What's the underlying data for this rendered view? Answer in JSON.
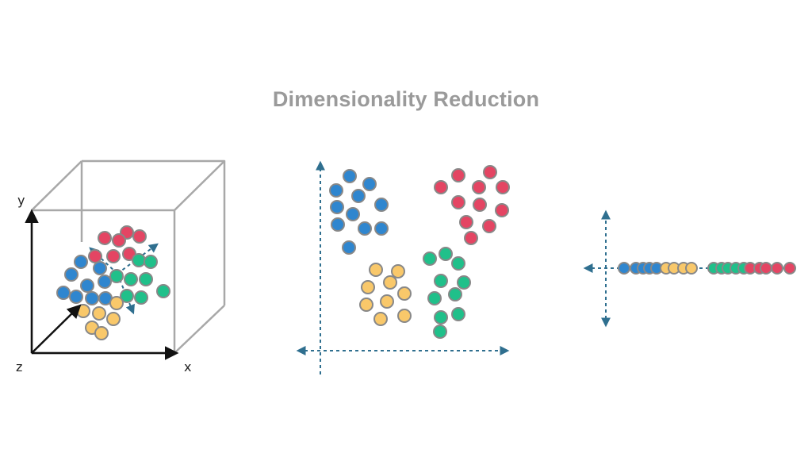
{
  "title": "Dimensionality Reduction",
  "panels": {
    "three_d": {
      "axis_labels": {
        "y": "y",
        "x": "x",
        "z": "z"
      }
    }
  },
  "colors": {
    "blue": "#2f86cf",
    "red": "#e44563",
    "green": "#20c08a",
    "yellow": "#f9c86a",
    "dot_outline": "#888888",
    "box": "#a8a8a8",
    "axis_solid": "#111111",
    "axis_dashed": "#2f6f8f",
    "title": "#9a9a9a"
  }
}
